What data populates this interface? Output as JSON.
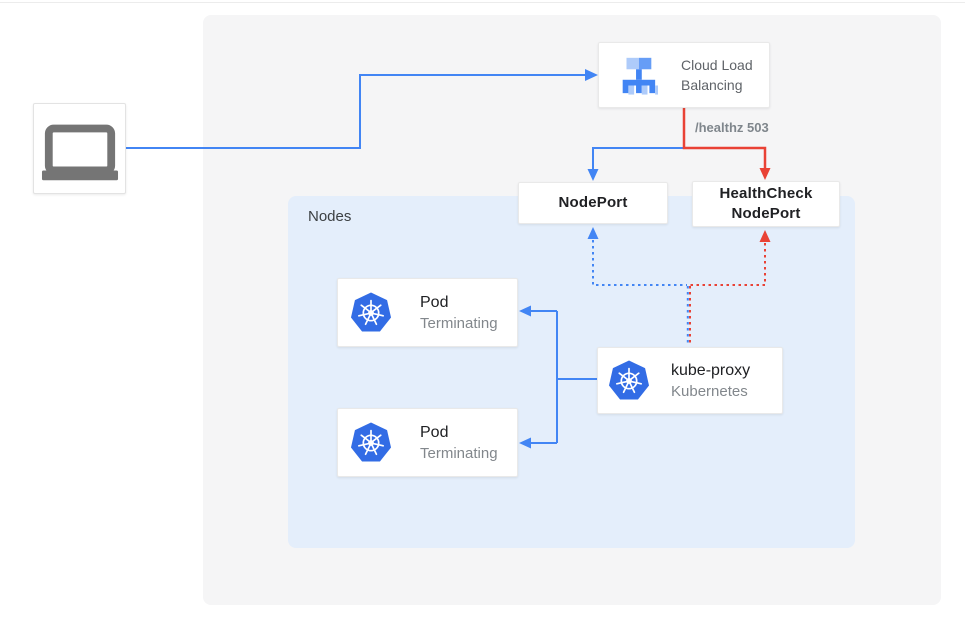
{
  "diagram": {
    "client": {
      "icon": "laptop-icon"
    },
    "cloud_load_balancing": {
      "label": "Cloud Load Balancing",
      "icon": "cloud-load-balancing-icon"
    },
    "healthz_label": "/healthz 503",
    "nodeport": {
      "label": "NodePort"
    },
    "healthcheck_nodeport": {
      "label": "HealthCheck NodePort"
    },
    "nodes_panel": {
      "label": "Nodes"
    },
    "pods": [
      {
        "title": "Pod",
        "subtitle": "Terminating",
        "icon": "kubernetes-icon"
      },
      {
        "title": "Pod",
        "subtitle": "Terminating",
        "icon": "kubernetes-icon"
      }
    ],
    "kube_proxy": {
      "title": "kube-proxy",
      "subtitle": "Kubernetes",
      "icon": "kubernetes-icon"
    },
    "colors": {
      "traffic_blue": "#4285f4",
      "healthcheck_red": "#e94235",
      "kubernetes_blue": "#326ce5",
      "nodes_panel_bg": "#e4eefb",
      "outer_panel_bg": "#f5f5f6"
    }
  }
}
